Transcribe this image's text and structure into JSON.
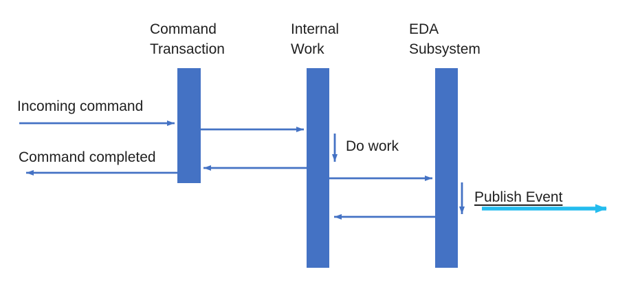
{
  "diagram_type": "sequence-diagram",
  "colors": {
    "bar": "#4472C4",
    "arrow": "#4472C4",
    "event_arrow": "#24BCEE",
    "text": "#1f1f1f",
    "background": "#ffffff"
  },
  "lifelines": [
    {
      "name": "Command Transaction",
      "line1": "Command",
      "line2": "Transaction"
    },
    {
      "name": "Internal Work",
      "line1": "Internal",
      "line2": "Work"
    },
    {
      "name": "EDA Subsystem",
      "line1": "EDA",
      "line2": "Subsystem"
    }
  ],
  "messages": {
    "incoming": "Incoming command",
    "completed": "Command completed",
    "do_work": "Do work",
    "publish": "Publish Event"
  }
}
